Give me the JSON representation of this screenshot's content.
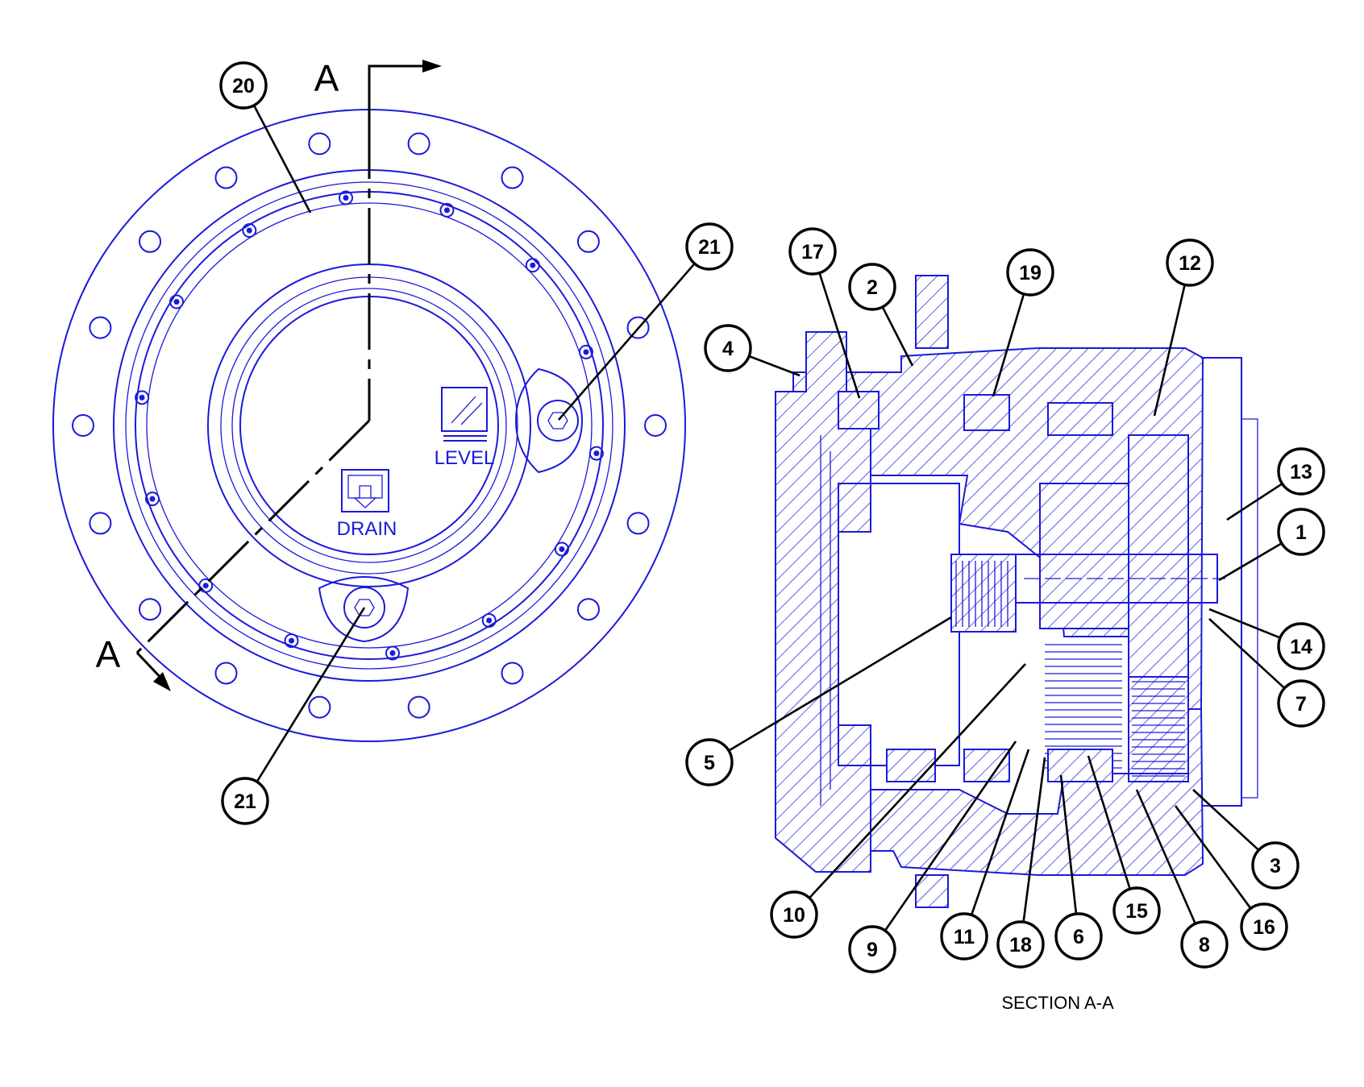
{
  "section_letters": [
    "A",
    "A"
  ],
  "section_caption": "SECTION A-A",
  "cover_labels": {
    "level": "LEVEL",
    "drain": "DRAIN"
  },
  "callouts": [
    {
      "id": "c20",
      "label": "20"
    },
    {
      "id": "c21a",
      "label": "21"
    },
    {
      "id": "c21b",
      "label": "21"
    },
    {
      "id": "c17",
      "label": "17"
    },
    {
      "id": "c2",
      "label": "2"
    },
    {
      "id": "c19",
      "label": "19"
    },
    {
      "id": "c12",
      "label": "12"
    },
    {
      "id": "c4",
      "label": "4"
    },
    {
      "id": "c13",
      "label": "13"
    },
    {
      "id": "c1",
      "label": "1"
    },
    {
      "id": "c14",
      "label": "14"
    },
    {
      "id": "c7",
      "label": "7"
    },
    {
      "id": "c5",
      "label": "5"
    },
    {
      "id": "c3",
      "label": "3"
    },
    {
      "id": "c10",
      "label": "10"
    },
    {
      "id": "c16",
      "label": "16"
    },
    {
      "id": "c15",
      "label": "15"
    },
    {
      "id": "c8",
      "label": "8"
    },
    {
      "id": "c9",
      "label": "9"
    },
    {
      "id": "c11",
      "label": "11"
    },
    {
      "id": "c18",
      "label": "18"
    },
    {
      "id": "c6",
      "label": "6"
    }
  ],
  "colors": {
    "line": "#1a1adb",
    "annotation": "#000000",
    "background": "#ffffff"
  }
}
